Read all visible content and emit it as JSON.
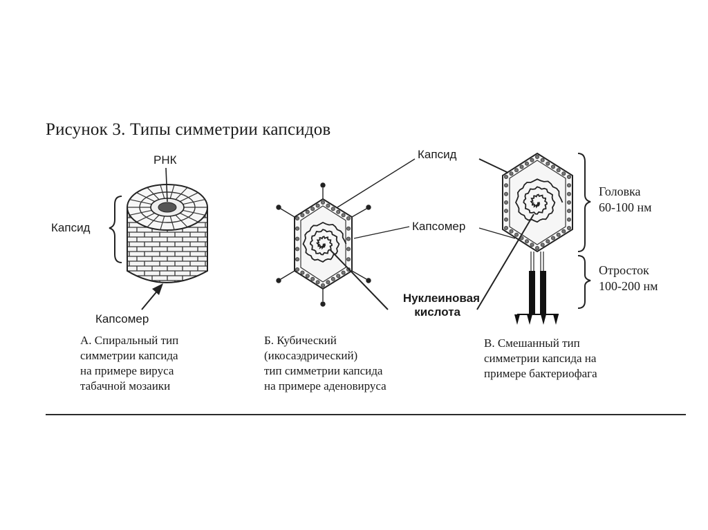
{
  "figure": {
    "title": "Рисунок 3. Типы симметрии капсидов"
  },
  "panel_a": {
    "label_rna": "РНК",
    "label_capsid": "Капсид",
    "label_capsomer": "Капсомер",
    "caption": [
      "А. Спиральный тип",
      "симметрии капсида",
      "на примере вируса",
      "табачной мозаики"
    ]
  },
  "panel_b": {
    "label_capsid": "Капсид",
    "label_capsomer": "Капсомер",
    "label_nucleic_acid": [
      "Нуклеиновая",
      "кислота"
    ],
    "caption": [
      "Б.   Кубический",
      "(икосаэдрический)",
      "тип симметрии капсида",
      "на примере аденовируса"
    ]
  },
  "panel_c": {
    "label_head": [
      "Головка",
      "60-100 нм"
    ],
    "label_tail": [
      "Отросток",
      "100-200 нм"
    ],
    "caption": [
      "В.   Смешанный тип",
      "симметрии капсида на",
      "примере бактериофага"
    ]
  }
}
